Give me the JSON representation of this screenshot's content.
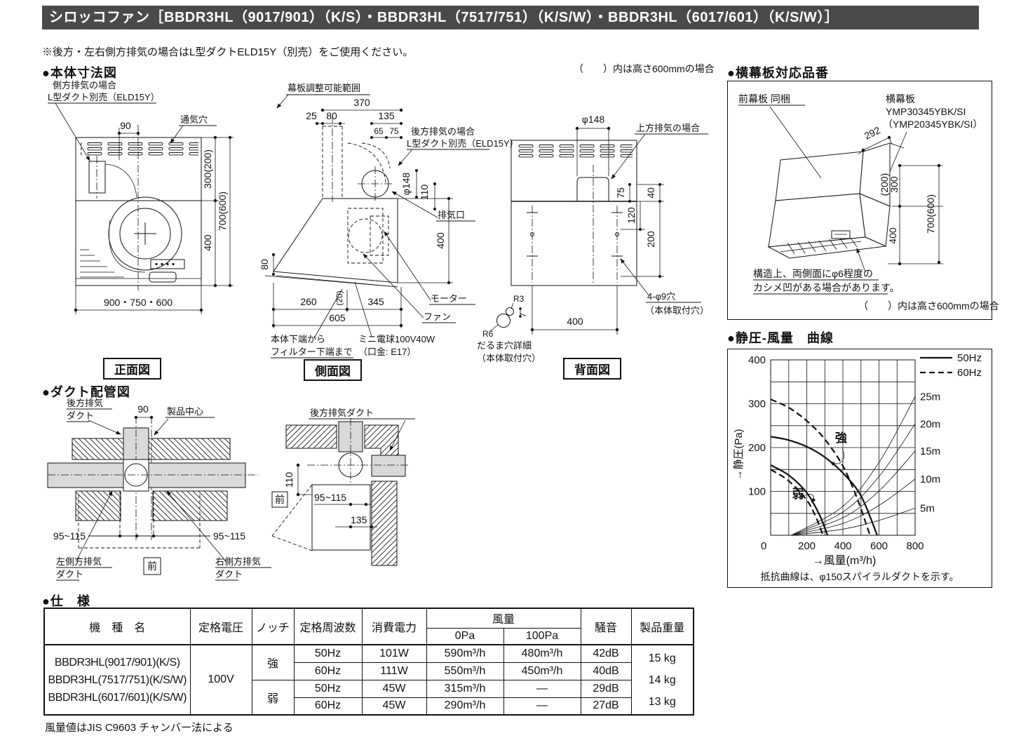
{
  "colors": {
    "title_bar_bg": "#4a4a4a",
    "title_bar_text": "#ffffff",
    "duct_gray": "#d9d9d9",
    "ink": "#111111"
  },
  "title": "シロッコファン［BBDR3HL（9017/901）（K/S）・BBDR3HL（7517/751）（K/S/W）・BBDR3HL（6017/601）（K/S/W）］",
  "top_note": "※後方・左右側方排気の場合はL型ダクトELD15Y（別売）をご使用ください。",
  "center_paren_note": "（　　）内は高さ600mmの場合",
  "headings": {
    "dimensions": "●本体寸法図",
    "duct_layout": "●ダクト配管図",
    "side_panel": "●横幕板対応品番",
    "pq_curve": "●静圧-風量　曲線",
    "spec": "●仕　様"
  },
  "front_view": {
    "caption": "正面図",
    "side_exhaust_note_1": "側方排気の場合",
    "side_exhaust_note_2": "L型ダクト別売（ELD15Y）",
    "vent_label": "通気穴",
    "dim_offset": "90",
    "dim_upper": "300(200)",
    "dim_lower": "400",
    "dim_total": "700(600)",
    "dim_width": "900・750・600"
  },
  "side_view": {
    "caption": "側面図",
    "makuita_range": "幕板調整可能範囲",
    "dim_370": "370",
    "dim_25": "25",
    "dim_80_top": "80",
    "dim_135": "135",
    "dim_65": "65",
    "dim_75": "75",
    "rear_exhaust_note_1": "後方排気の場合",
    "rear_exhaust_note_2": "L型ダクト別売（ELD15Y）",
    "dim_phi148": "φ148",
    "dim_110": "110",
    "exhaust_port": "排気口",
    "dim_400": "400",
    "motor": "モーター",
    "fan": "ファン",
    "dim_80_left": "80",
    "dim_260": "260",
    "dim_20": "(20)",
    "dim_345": "345",
    "dim_605": "605",
    "filter_note_1": "本体下端から",
    "filter_note_2": "フィルター下端まで",
    "bulb_note_1": "ミニ電球100V40W",
    "bulb_note_2": "（口金: E17）"
  },
  "back_view": {
    "caption": "背面図",
    "dim_phi148": "φ148",
    "top_exhaust_note": "上方排気の場合",
    "dim_75": "75",
    "dim_40": "40",
    "dim_120": "120",
    "dim_200": "200",
    "holes_note_1": "4-φ9穴",
    "holes_note_2": "（本体取付穴）",
    "dim_400": "400",
    "r3": "R3",
    "dim_7": "7",
    "r6": "R6",
    "daruma_note_1": "だるま穴詳細",
    "daruma_note_2": "（本体取付穴）"
  },
  "duct_layout_front": {
    "rear_duct_1": "後方排気",
    "rear_duct_2": "ダクト",
    "dim_offset": "90",
    "product_center": "製品中心",
    "range_left": "95~115",
    "range_right": "95~115",
    "left_duct_1": "左側方排気",
    "left_duct_2": "ダクト",
    "front_label": "前",
    "right_duct_1": "右側方排気",
    "right_duct_2": "ダクト"
  },
  "duct_layout_side": {
    "rear_duct": "後方排気ダクト",
    "dim_110": "110",
    "range": "95~115",
    "dim_135": "135",
    "front_label": "前"
  },
  "side_panel_box": {
    "front_panel_note": "前幕板 同梱",
    "side_panel_1": "横幕板",
    "side_panel_2": "YMP30345YBK/SI",
    "side_panel_3": "（YMP20345YBK/SI）",
    "dim_292": "292",
    "dim_200": "(200)",
    "dim_300": "300",
    "dim_400": "400",
    "dim_total": "700(600)",
    "kashime_note_1": "構造上、両側面にφ6程度の",
    "kashime_note_2": "カシメ凹がある場合があります。",
    "paren_note": "（　　）内は高さ600mmの場合"
  },
  "chart_data": {
    "type": "line",
    "title": "静圧-風量　曲線",
    "xlabel": "→風量(m³/h)",
    "ylabel": "→静圧(Pa)",
    "xlim": [
      0,
      800
    ],
    "ylim": [
      0,
      400
    ],
    "x_ticks": [
      0,
      200,
      400,
      600,
      800
    ],
    "y_ticks": [
      100,
      200,
      300,
      400
    ],
    "grid_step_x": 100,
    "grid_step_y": 50,
    "grid": true,
    "legend_position": "top-right",
    "legend": [
      {
        "label": "50Hz",
        "style": "solid"
      },
      {
        "label": "60Hz",
        "style": "dashed"
      }
    ],
    "series": [
      {
        "name": "強 50Hz",
        "style": "solid",
        "points": [
          [
            0,
            225
          ],
          [
            100,
            217
          ],
          [
            200,
            202
          ],
          [
            300,
            178
          ],
          [
            400,
            142
          ],
          [
            500,
            90
          ],
          [
            590,
            0
          ]
        ]
      },
      {
        "name": "強 60Hz",
        "style": "dashed",
        "points": [
          [
            0,
            310
          ],
          [
            100,
            291
          ],
          [
            200,
            261
          ],
          [
            300,
            219
          ],
          [
            400,
            158
          ],
          [
            480,
            83
          ],
          [
            550,
            0
          ]
        ]
      },
      {
        "name": "弱 50Hz",
        "style": "solid",
        "points": [
          [
            0,
            160
          ],
          [
            100,
            137
          ],
          [
            200,
            97
          ],
          [
            270,
            47
          ],
          [
            315,
            0
          ]
        ]
      },
      {
        "name": "弱 60Hz",
        "style": "dashed",
        "points": [
          [
            0,
            150
          ],
          [
            100,
            124
          ],
          [
            200,
            80
          ],
          [
            250,
            42
          ],
          [
            290,
            0
          ]
        ]
      }
    ],
    "resistance_curves": [
      {
        "name": "5m",
        "points": [
          [
            115,
            0
          ],
          [
            400,
            14
          ],
          [
            600,
            34
          ],
          [
            800,
            62
          ]
        ]
      },
      {
        "name": "10m",
        "points": [
          [
            115,
            0
          ],
          [
            400,
            27
          ],
          [
            600,
            68
          ],
          [
            800,
            128
          ]
        ]
      },
      {
        "name": "15m",
        "points": [
          [
            115,
            0
          ],
          [
            400,
            40
          ],
          [
            600,
            101
          ],
          [
            800,
            192
          ]
        ]
      },
      {
        "name": "20m",
        "points": [
          [
            115,
            0
          ],
          [
            400,
            53
          ],
          [
            600,
            134
          ],
          [
            800,
            254
          ]
        ]
      },
      {
        "name": "25m",
        "points": [
          [
            115,
            0
          ],
          [
            400,
            66
          ],
          [
            600,
            166
          ],
          [
            800,
            316
          ]
        ]
      }
    ],
    "annotations": [
      {
        "text": "強",
        "x": 390,
        "y": 213
      },
      {
        "text": "弱",
        "x": 152,
        "y": 85
      }
    ],
    "note": "抵抗曲線は、φ150スパイラルダクトを示す。"
  },
  "spec_table": {
    "col_model": "機　種　名",
    "col_voltage": "定格電圧",
    "col_notch": "ノッチ",
    "col_freq": "定格周波数",
    "col_power": "消費電力",
    "col_airflow": "風量",
    "col_0pa": "0Pa",
    "col_100pa": "100Pa",
    "col_noise": "騒音",
    "col_weight": "製品重量",
    "models": [
      "BBDR3HL(9017/901)(K/S)",
      "BBDR3HL(7517/751)(K/S/W)",
      "BBDR3HL(6017/601)(K/S/W)"
    ],
    "voltage": "100V",
    "rows": [
      {
        "notch": "強",
        "freq": "50Hz",
        "power": "101W",
        "flow_0pa": "590m³/h",
        "flow_100pa": "480m³/h",
        "noise": "42dB"
      },
      {
        "notch": "強",
        "freq": "60Hz",
        "power": "111W",
        "flow_0pa": "550m³/h",
        "flow_100pa": "450m³/h",
        "noise": "40dB"
      },
      {
        "notch": "弱",
        "freq": "50Hz",
        "power": "45W",
        "flow_0pa": "315m³/h",
        "flow_100pa": "―",
        "noise": "29dB"
      },
      {
        "notch": "弱",
        "freq": "60Hz",
        "power": "45W",
        "flow_0pa": "290m³/h",
        "flow_100pa": "―",
        "noise": "27dB"
      }
    ],
    "weights": [
      "15 kg",
      "14 kg",
      "13 kg"
    ],
    "footnote": "風量値はJIS C9603 チャンバー法による"
  }
}
